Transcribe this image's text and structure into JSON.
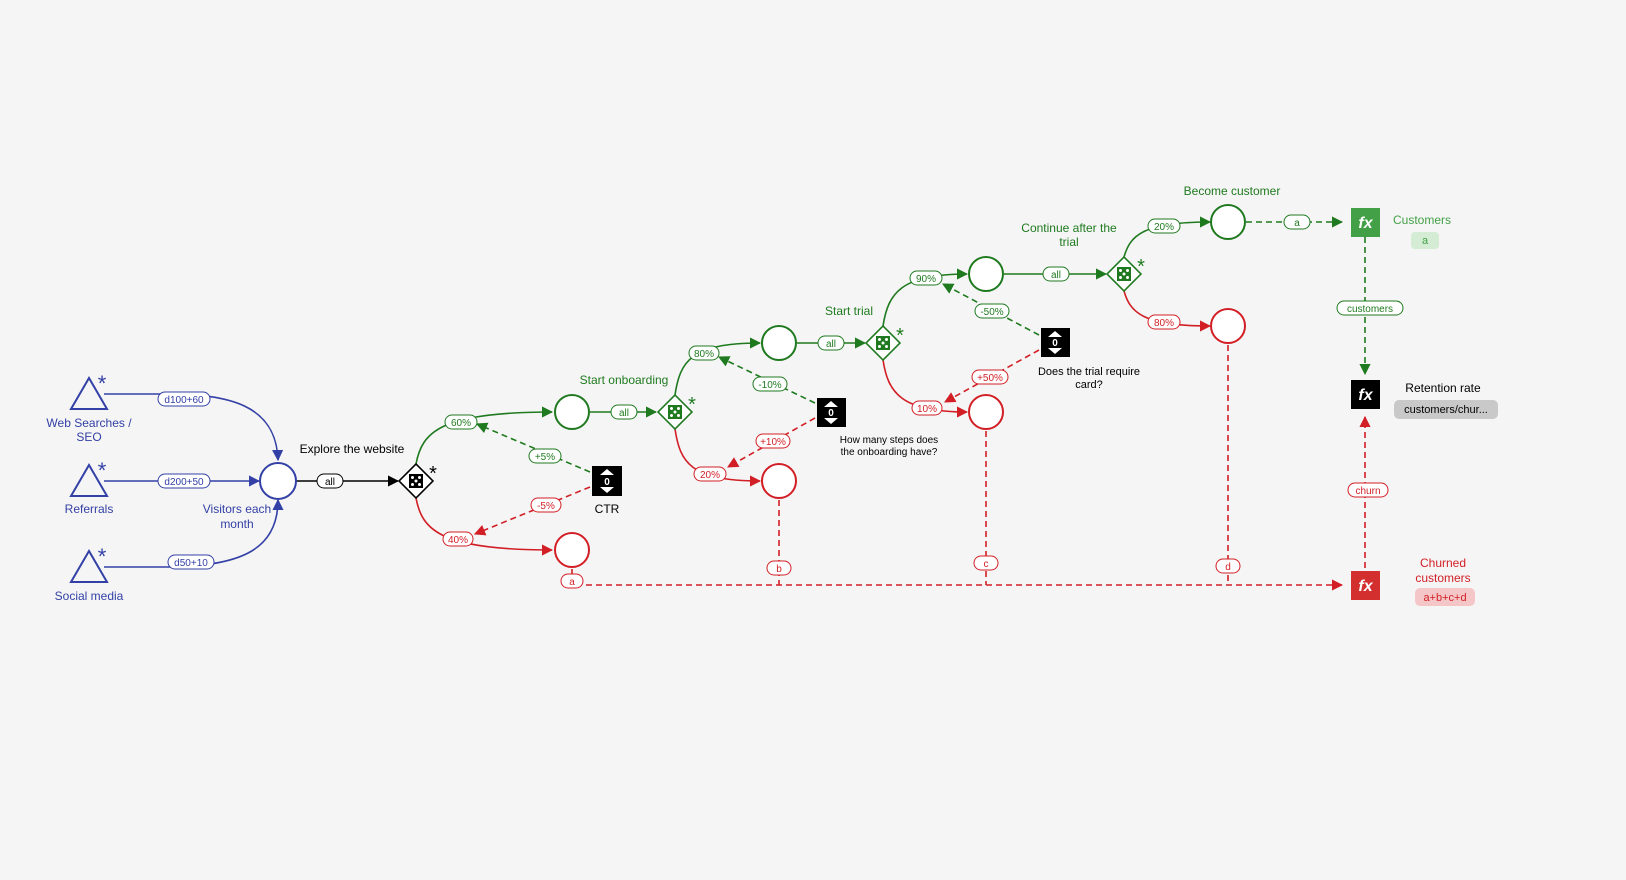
{
  "colors": {
    "blue": "#3340a6",
    "green": "#1f7a1f",
    "red": "#d21f26",
    "black": "#000000",
    "fx_green": "#43a047",
    "fx_red": "#d32f2f",
    "fx_black": "#000000",
    "badge_green_bg": "#d3ecd3",
    "badge_red_bg": "#f5c6c8",
    "badge_gray_bg": "#c9c9c9"
  },
  "sources": [
    {
      "id": "seo",
      "label_lines": [
        "Web Searches /",
        "SEO"
      ],
      "icon": "triangle-source-icon"
    },
    {
      "id": "ref",
      "label_lines": [
        "Referrals"
      ],
      "icon": "triangle-source-icon"
    },
    {
      "id": "social",
      "label_lines": [
        "Social media"
      ],
      "icon": "triangle-source-icon"
    }
  ],
  "pools": {
    "visitors": [
      "Visitors each",
      "month"
    ],
    "explore": [
      "Explore the website"
    ],
    "onboarding": [
      "Start onboarding"
    ],
    "trial": [
      "Start trial"
    ],
    "continue": [
      "Continue after the",
      "trial"
    ],
    "customer": [
      "Become customer"
    ]
  },
  "registers": {
    "ctr": {
      "value": "0",
      "label_lines": [
        "CTR"
      ]
    },
    "steps": {
      "value": "0",
      "label_lines": [
        "How many steps does",
        "the onboarding have?"
      ]
    },
    "card": {
      "value": "0",
      "label_lines": [
        "Does the trial require",
        "card?"
      ]
    }
  },
  "formulas": {
    "customers": {
      "symbol": "fx",
      "label_lines": [
        "Customers"
      ],
      "badge": "a"
    },
    "retention": {
      "symbol": "fx",
      "label_lines": [
        "Retention rate"
      ],
      "badge": "customers/chur..."
    },
    "churned": {
      "symbol": "fx",
      "label_lines": [
        "Churned",
        "customers"
      ],
      "badge": "a+b+c+d"
    }
  },
  "flow_labels": {
    "seo": "d100+60",
    "ref": "d200+50",
    "social": "d50+10",
    "visit_all": "all",
    "g1": "60%",
    "r1": "40%",
    "o_all": "all",
    "g2": "80%",
    "r2": "20%",
    "t_all": "all",
    "g3": "90%",
    "r3": "10%",
    "c_all": "all",
    "g4": "20%",
    "r4": "80%"
  },
  "modifier_labels": {
    "ctr_up": "+5%",
    "ctr_down": "-5%",
    "steps_up": "-10%",
    "steps_down": "+10%",
    "card_up": "-50%",
    "card_down": "+50%"
  },
  "wire_labels": {
    "a": "a",
    "b": "b",
    "c": "c",
    "d": "d",
    "cust_a": "a",
    "customers": "customers",
    "churn": "churn"
  },
  "icons": {
    "gate": "dice-gate-icon",
    "trigger": "asterisk-trigger-icon",
    "register": "updown-register-icon",
    "formula": "fx-icon"
  }
}
